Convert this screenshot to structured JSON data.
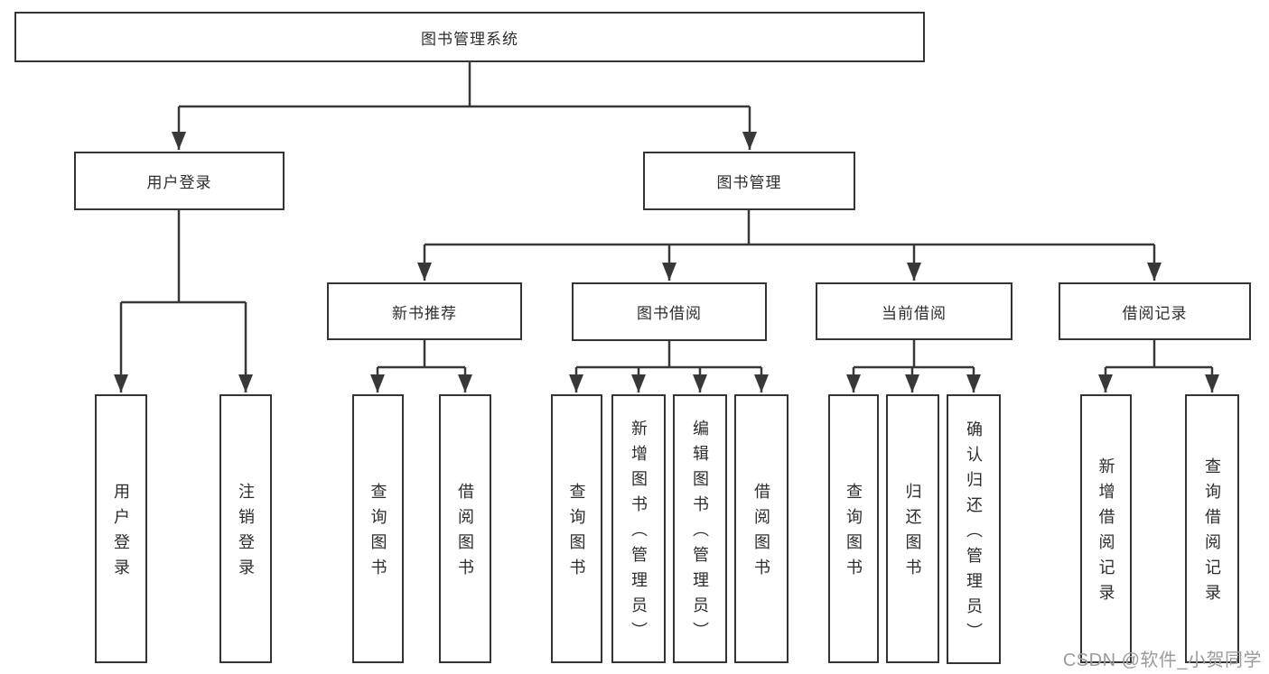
{
  "tree": {
    "root": "图书管理系统",
    "user_login": {
      "label": "用户登录",
      "children": [
        "用户登录",
        "注销登录"
      ]
    },
    "book_management": {
      "label": "图书管理",
      "groups": [
        {
          "label": "新书推荐",
          "children": [
            "查询图书",
            "借阅图书"
          ]
        },
        {
          "label": "图书借阅",
          "children": [
            "查询图书",
            "新增图书（管理员）",
            "编辑图书（管理员）",
            "借阅图书"
          ]
        },
        {
          "label": "当前借阅",
          "children": [
            "查询图书",
            "归还图书",
            "确认归还（管理员）"
          ]
        },
        {
          "label": "借阅记录",
          "children": [
            "新增借阅记录",
            "查询借阅记录"
          ]
        }
      ]
    }
  },
  "watermark": "CSDN @软件_小贺同学",
  "colors": {
    "line": "#383838",
    "box_border": "#343434",
    "text": "#2d2d2d",
    "background": "#ffffff",
    "watermark": "#9b9b9b"
  }
}
